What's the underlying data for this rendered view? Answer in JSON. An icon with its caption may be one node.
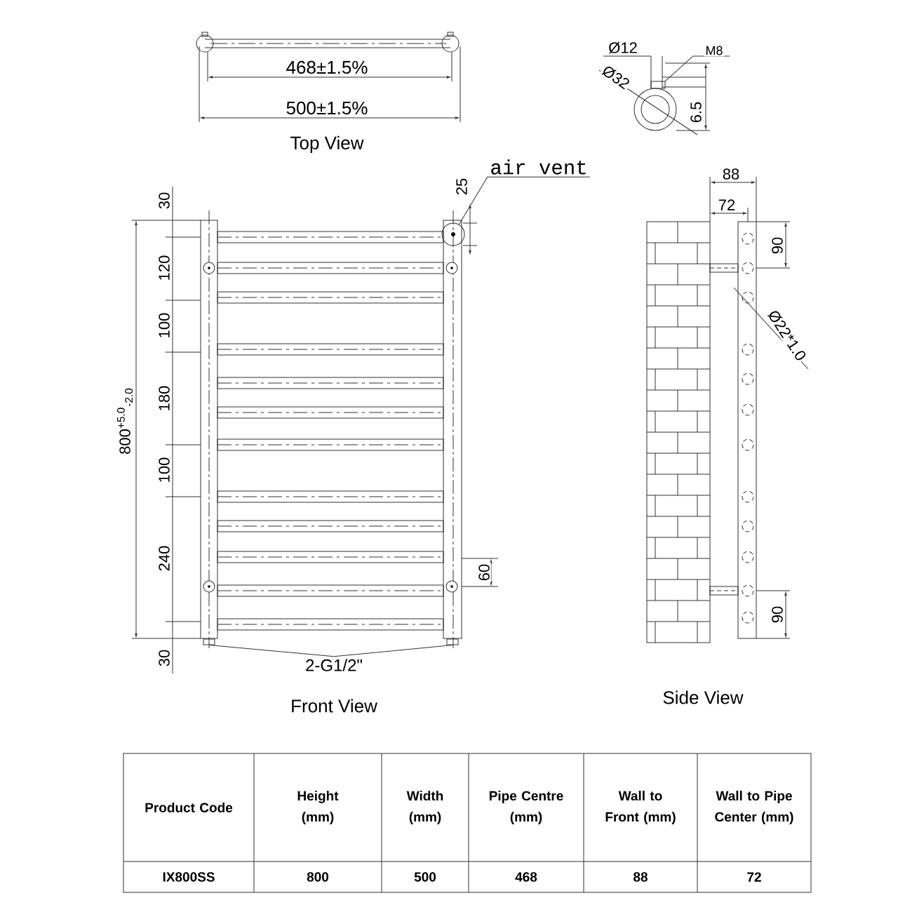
{
  "diagram": {
    "nodes": [
      {
        "text": [
          "air vent"
        ]
      },
      {
        "text": [],
        "shape": "circle"
      },
      {
        "text": [
          "2-G1/2\""
        ]
      },
      {
        "text": [],
        "shape": "box"
      },
      {
        "text": [],
        "shape": "box"
      }
    ],
    "edges": [
      {
        "from": 0,
        "to": 1,
        "arrow": "none"
      },
      {
        "from": 2,
        "to": 3,
        "arrow": "none"
      },
      {
        "from": 2,
        "to": 4,
        "arrow": "none"
      }
    ],
    "labels": [
      "468±1.5%",
      "500±1.5%",
      "Top View",
      "Ø12",
      "M8",
      "Ø32",
      "6.5",
      "25",
      "30",
      "120",
      "100",
      "180",
      "100",
      "240",
      "30",
      "800$^{+5.0}$$_{-2.0}$",
      "60",
      "Front View",
      "88",
      "72",
      "90",
      "Ø22*1.0",
      "90",
      "Side View",
      "Product Code",
      "Height (mm)",
      "Width (mm)",
      "Pipe Centre (mm)",
      "Wall to Front (mm)",
      "Wall to Pipe Center (mm)",
      "IX800SS",
      "800",
      "500",
      "468",
      "88",
      "72"
    ]
  }
}
